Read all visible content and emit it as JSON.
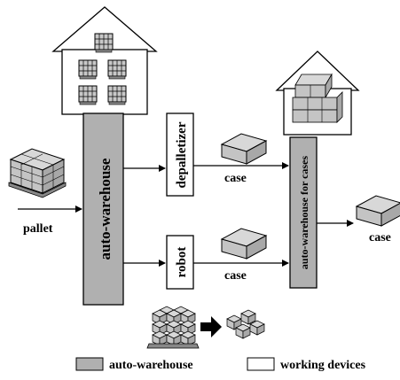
{
  "diagram": {
    "input": {
      "label": "pallet"
    },
    "main_warehouse": {
      "label": "auto-warehouse",
      "fill": "#b0b0b0"
    },
    "devices": [
      {
        "label": "depalletizer"
      },
      {
        "label": "robot"
      }
    ],
    "cases_warehouse": {
      "label": "auto-warehouse for cases",
      "fill": "#b0b0b0"
    },
    "flow_labels": {
      "upper_case": "case",
      "lower_case": "case",
      "output_case": "case"
    }
  },
  "legend": {
    "auto_warehouse": {
      "label": "auto-warehouse",
      "color": "#b0b0b0"
    },
    "working_devices": {
      "label": "working devices",
      "color": "#ffffff"
    }
  },
  "colors": {
    "stroke": "#000000",
    "gray": "#b0b0b0",
    "box_top": "#d8d8d8",
    "box_side": "#a8a8a8",
    "box_front": "#c4c4c4"
  }
}
